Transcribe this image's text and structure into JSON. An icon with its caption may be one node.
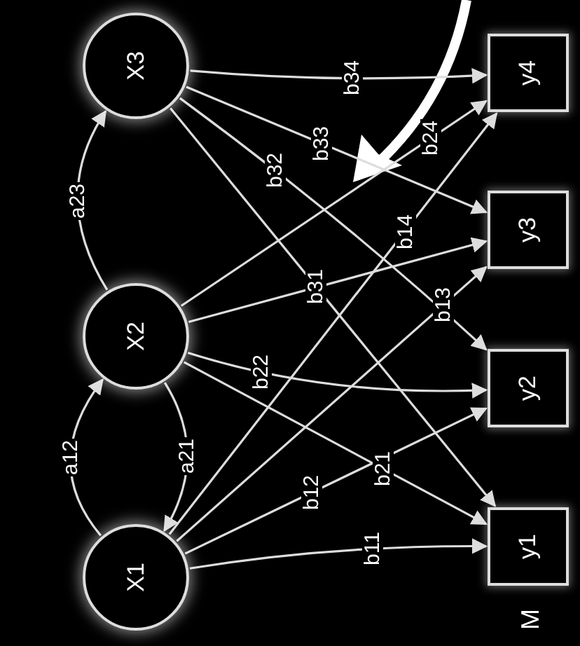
{
  "diagram": {
    "nodes": [
      {
        "text": [
          "X3"
        ]
      },
      {
        "text": [
          "X2"
        ]
      },
      {
        "text": [
          "X1"
        ]
      },
      {
        "text": [
          "y4"
        ]
      },
      {
        "text": [
          "y3"
        ]
      },
      {
        "text": [
          "y2"
        ]
      },
      {
        "text": [
          "y1"
        ]
      }
    ],
    "edges": [
      {
        "from": 2,
        "to": 1,
        "arrow": "to",
        "label": "a12"
      },
      {
        "from": 1,
        "to": 2,
        "arrow": "to",
        "label": "a21"
      },
      {
        "from": 1,
        "to": 0,
        "arrow": "to",
        "label": "a23"
      },
      {
        "from": 2,
        "to": 6,
        "arrow": "to",
        "label": "b11"
      },
      {
        "from": 2,
        "to": 5,
        "arrow": "to",
        "label": "b12"
      },
      {
        "from": 2,
        "to": 4,
        "arrow": "to",
        "label": "b13"
      },
      {
        "from": 2,
        "to": 3,
        "arrow": "to",
        "label": "b14"
      },
      {
        "from": 1,
        "to": 6,
        "arrow": "to",
        "label": "b21"
      },
      {
        "from": 1,
        "to": 5,
        "arrow": "to",
        "label": "b22"
      },
      {
        "from": 1,
        "to": 4,
        "arrow": "to"
      },
      {
        "from": 1,
        "to": 3,
        "arrow": "to",
        "label": "b24"
      },
      {
        "from": 0,
        "to": 6,
        "arrow": "to",
        "label": "b31"
      },
      {
        "from": 0,
        "to": 5,
        "arrow": "to",
        "label": "b32"
      },
      {
        "from": 0,
        "to": 4,
        "arrow": "to",
        "label": "b33"
      },
      {
        "from": 0,
        "to": 3,
        "arrow": "to",
        "label": "b34"
      }
    ],
    "labels": [
      "M"
    ]
  }
}
